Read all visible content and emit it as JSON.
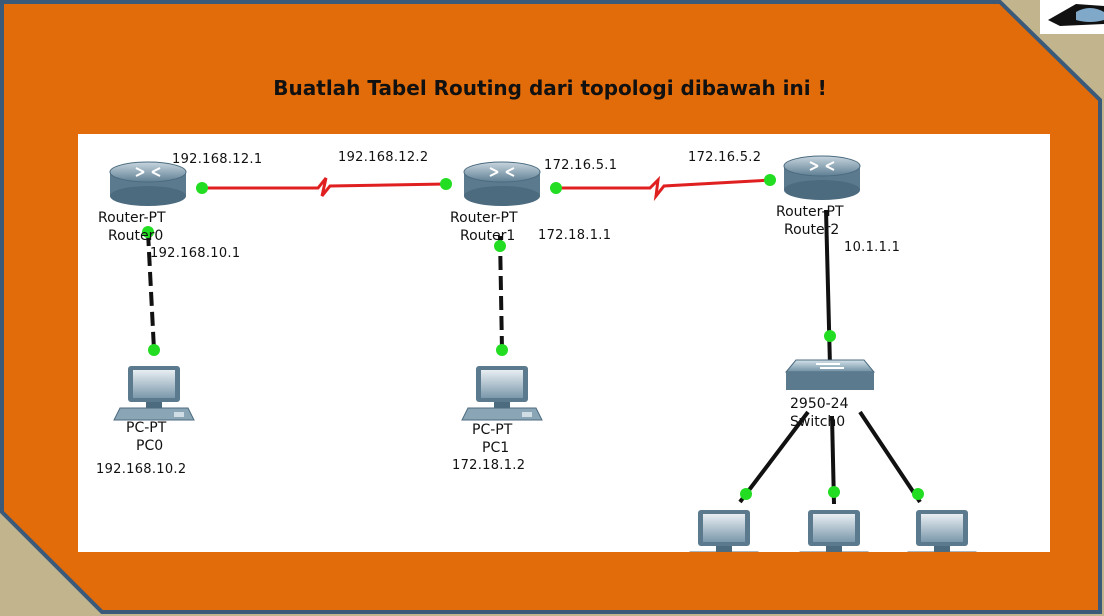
{
  "slide": {
    "title": "Buatlah Tabel Routing dari topologi dibawah ini !",
    "colors": {
      "background": "#c2b48c",
      "slide": "#e36c0a",
      "border": "#3b5a7a",
      "serial_link": "#e02020",
      "link_dot": "#22dd22"
    }
  },
  "topology": {
    "routers": [
      {
        "type": "Router-PT",
        "name": "Router0"
      },
      {
        "type": "Router-PT",
        "name": "Router1"
      },
      {
        "type": "Router-PT",
        "name": "Router2"
      }
    ],
    "pcs": [
      {
        "type": "PC-PT",
        "name": "PC0",
        "ip": "192.168.10.2"
      },
      {
        "type": "PC-PT",
        "name": "PC1",
        "ip": "172.18.1.2"
      }
    ],
    "switch": {
      "model": "2950-24",
      "name": "Switch0"
    },
    "interfaces": {
      "r0_serial": "192.168.12.1",
      "r1_serial_left": "192.168.12.2",
      "r1_serial_right": "172.16.5.1",
      "r2_serial": "172.16.5.2",
      "r0_lan": "192.168.10.1",
      "r1_lan": "172.18.1.1",
      "r2_lan": "10.1.1.1"
    }
  }
}
